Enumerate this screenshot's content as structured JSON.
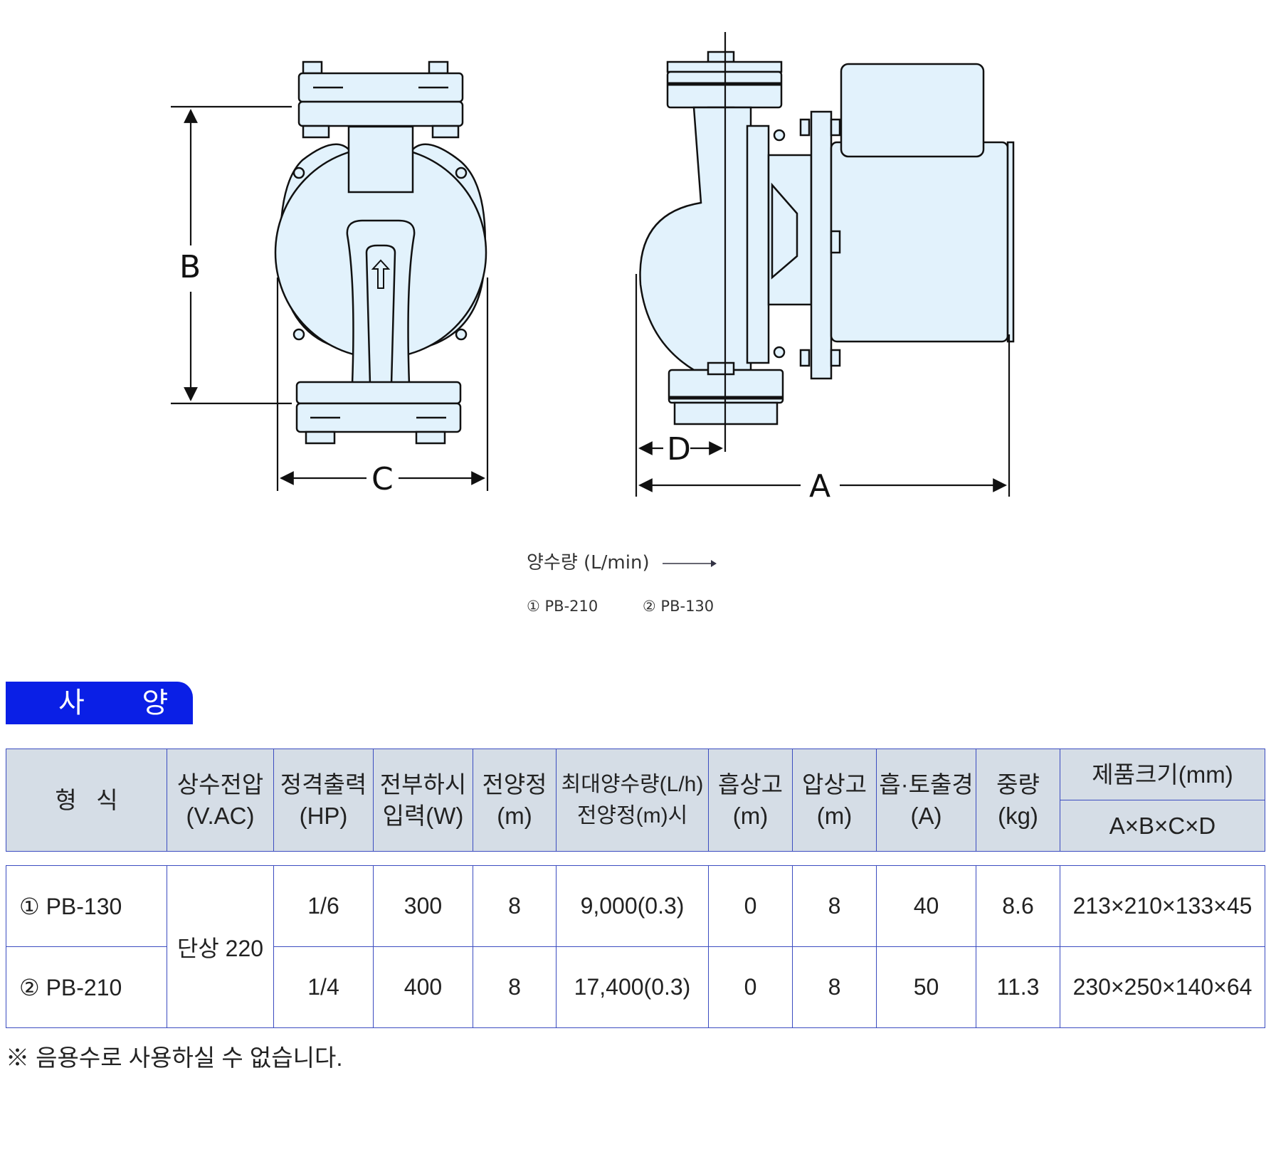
{
  "drawing": {
    "dimension_labels": {
      "a": "A",
      "b": "B",
      "c": "C",
      "d": "D"
    }
  },
  "flow_label": "양수량 (L/min)",
  "curve_legend": [
    "① PB-210",
    "② PB-130"
  ],
  "section_title": "사 양",
  "table": {
    "headers": {
      "model": "형   식",
      "voltage": [
        "상수전압",
        "(V.AC)"
      ],
      "output": [
        "정격출력",
        "(HP)"
      ],
      "input": [
        "전부하시",
        "입력(W)"
      ],
      "head": [
        "전양정",
        "(m)"
      ],
      "flow": [
        "최대양수량(L/h)",
        "전양정(m)시"
      ],
      "suction": [
        "흡상고",
        "(m)"
      ],
      "pressure": [
        "압상고",
        "(m)"
      ],
      "bore": [
        "흡·토출경",
        "(A)"
      ],
      "weight": [
        "중량",
        "(kg)"
      ],
      "size": "제품크기(mm)",
      "size_sub": "A×B×C×D"
    },
    "voltage_value": "단상 220",
    "rows": [
      {
        "model": "① PB-130",
        "output": "1/6",
        "input": "300",
        "head": "8",
        "flow": "9,000(0.3)",
        "suction": "0",
        "pressure": "8",
        "bore": "40",
        "weight": "8.6",
        "size": "213×210×133×45"
      },
      {
        "model": "② PB-210",
        "output": "1/4",
        "input": "400",
        "head": "8",
        "flow": "17,400(0.3)",
        "suction": "0",
        "pressure": "8",
        "bore": "50",
        "weight": "11.3",
        "size": "230×250×140×64"
      }
    ]
  },
  "note": "※ 음용수로 사용하실 수 없습니다.",
  "colors": {
    "banner": "#0a1fe6",
    "header_bg": "#d5dde6",
    "table_border": "#3b4cc0",
    "pump_fill": "#e2f2fc"
  }
}
